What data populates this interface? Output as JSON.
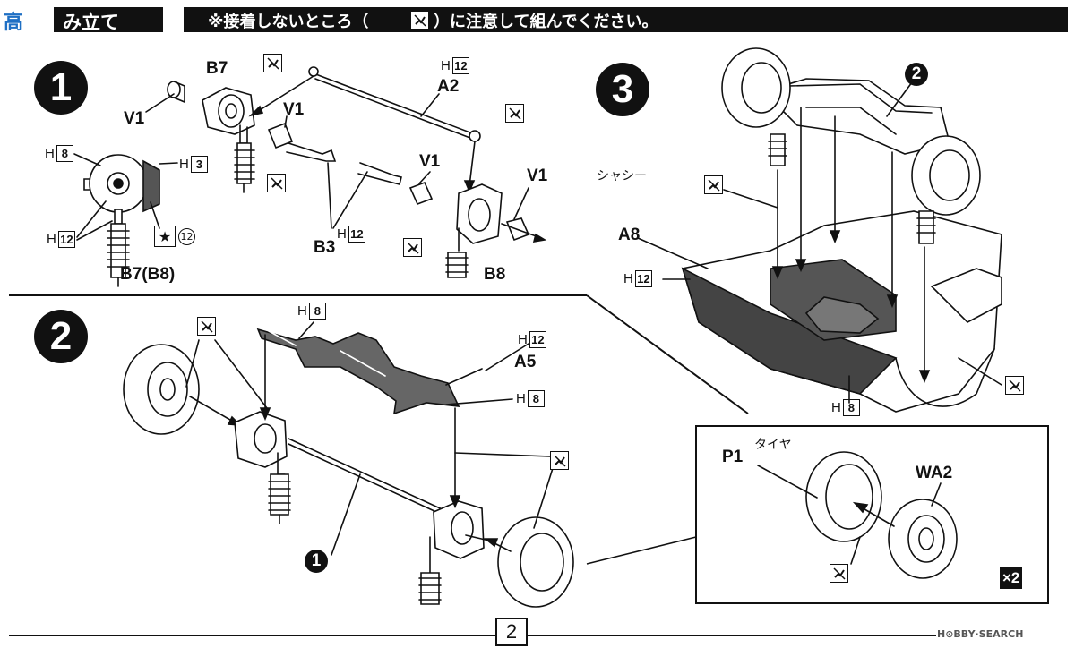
{
  "header": {
    "logo_text": "高",
    "title": "み立て",
    "caution": "※接着しないところ（",
    "caution_end": "）に注意して組んでください。"
  },
  "steps": {
    "s1": {
      "number": "1"
    },
    "s2": {
      "number": "2"
    },
    "s3": {
      "number": "3"
    }
  },
  "labels": {
    "b7": "B7",
    "b7b8": "B7(B8)",
    "b8": "B8",
    "b3": "B3",
    "a2": "A2",
    "v1": "V1",
    "a5": "A5",
    "a8": "A8",
    "chassis": "シャシー",
    "p1": "P1",
    "tire": "タイヤ",
    "wa2": "WA2"
  },
  "hparts": {
    "letter": "H",
    "n3": "3",
    "n8": "8",
    "n12": "12"
  },
  "refs": {
    "one": "1",
    "two": "2"
  },
  "star": {
    "symbol": "★",
    "num": "12"
  },
  "multiplier": "×2",
  "page_number": "2",
  "watermark": "H⊙BBY·SEARCH",
  "icons": {
    "no_glue": "no-glue-icon",
    "star_paint": "star-paint-icon"
  }
}
